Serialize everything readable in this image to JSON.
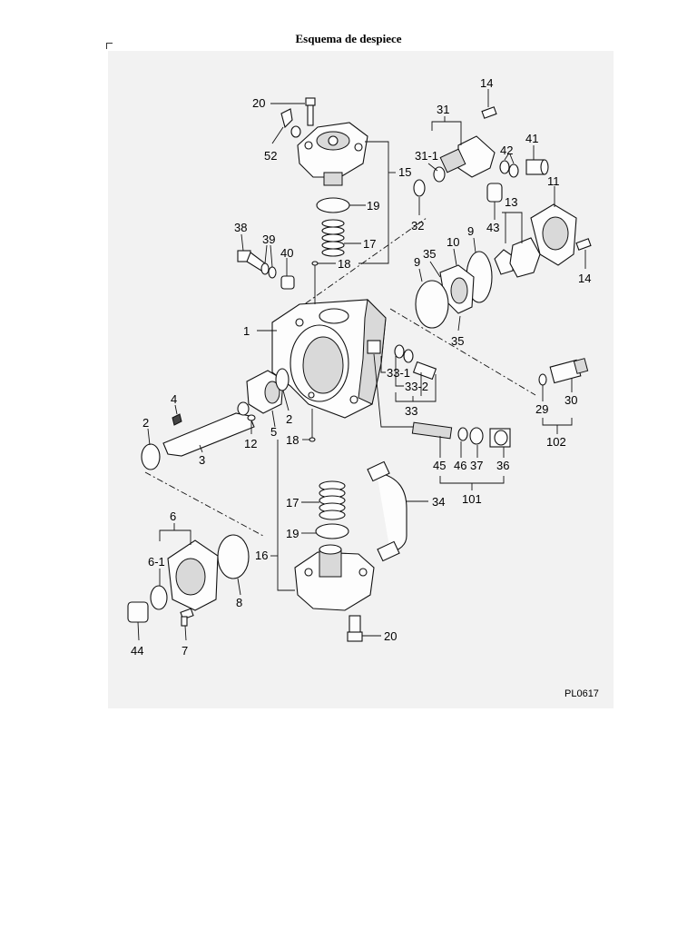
{
  "page": {
    "title": "Esquema de despiece",
    "diagram_code": "PL0617"
  },
  "diagram": {
    "callouts": {
      "p1": "1",
      "p2a": "2",
      "p2b": "2",
      "p3": "3",
      "p4": "4",
      "p5": "5",
      "p6": "6",
      "p6_1": "6-1",
      "p7": "7",
      "p8": "8",
      "p9a": "9",
      "p9b": "9",
      "p10": "10",
      "p11": "11",
      "p12": "12",
      "p13": "13",
      "p14a": "14",
      "p14b": "14",
      "p15": "15",
      "p16": "16",
      "p17a": "17",
      "p17b": "17",
      "p18a": "18",
      "p18b": "18",
      "p19a": "19",
      "p19b": "19",
      "p20a": "20",
      "p20b": "20",
      "p29": "29",
      "p30": "30",
      "p31": "31",
      "p31_1": "31-1",
      "p32": "32",
      "p33": "33",
      "p33_1": "33-1",
      "p33_2": "33-2",
      "p34": "34",
      "p35a": "35",
      "p35b": "35",
      "p36": "36",
      "p37": "37",
      "p38": "38",
      "p39": "39",
      "p40": "40",
      "p41": "41",
      "p42": "42",
      "p43": "43",
      "p44": "44",
      "p45": "45",
      "p46": "46",
      "p52": "52",
      "p101": "101",
      "p102": "102"
    }
  }
}
